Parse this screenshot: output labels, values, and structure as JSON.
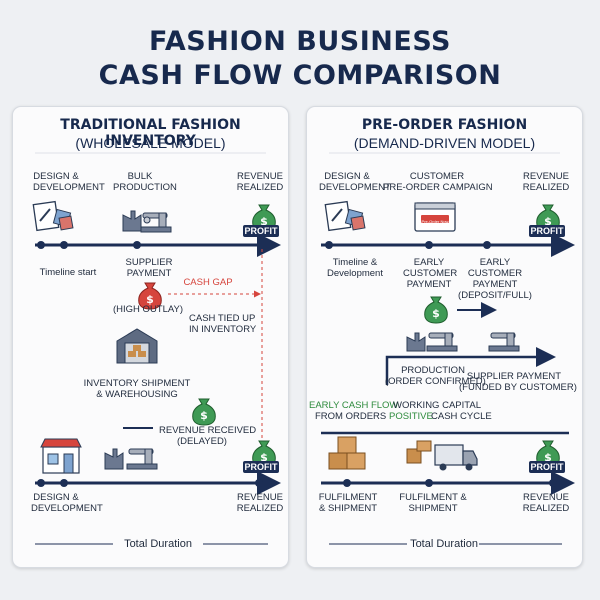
{
  "title": {
    "line1": "FASHION BUSINESS",
    "line2": "CASH FLOW COMPARISON"
  },
  "left": {
    "heading": "TRADITIONAL FASHION INVENTORY",
    "subheading": "(WHOLESALE MODEL)",
    "design_dev": "DESIGN &\nDEVELOPMENT",
    "bulk": "BULK\nPRODUCTION",
    "revenue_top": "REVENUE\nREALIZED",
    "timeline_start": "Timeline start",
    "supplier_payment": "SUPPLIER\nPAYMENT",
    "cash_gap": "CASH GAP",
    "high_outlay": "(HIGH OUTLAY)",
    "cash_tied": "CASH TIED UP\nIN INVENTORY",
    "inventory_shipment": "INVENTORY SHIPMENT\n& WAREHOUSING",
    "revenue_received": "REVENUE RECEIVED\n(DELAYED)",
    "design_dev_bottom": "DESIGN &\nDEVELOPMENT",
    "revenue_bottom": "REVENUE\nREALIZED",
    "profit_top": "PROFIT",
    "profit_bottom": "PROFIT",
    "total_duration": "Total Duration"
  },
  "right": {
    "heading": "PRE-ORDER FASHION",
    "subheading": "(DEMAND-DRIVEN MODEL)",
    "design_dev": "DESIGN &\nDEVELOPMENT",
    "campaign": "CUSTOMER\nPRE-ORDER CAMPAIGN",
    "revenue_top": "REVENUE\nREALIZED",
    "timeline_dev": "Timeline &\nDevelopment",
    "early_payment_1": "EARLY\nCUSTOMER\nPAYMENT",
    "early_payment_2": "EARLY\nCUSTOMER\nPAYMENT\n(DEPOSIT/FULL)",
    "production": "PRODUCTION\n(ORDER CONFIRMED)",
    "supplier_payment": "SUPPLIER PAYMENT\n(FUNDED BY CUSTOMER)",
    "early_cash_flow": "EARLY CASH FLOW",
    "from_orders": "FROM ORDERS",
    "working_capital": "WORKING CAPITAL",
    "positive": "POSITIVE",
    "cash_cycle": "CASH CYCLE",
    "fulfilment_1": "FULFILMENT\n& SHIPMENT",
    "fulfilment_2": "FULFILMENT &\nSHIPMENT",
    "revenue_bottom": "REVENUE\nREALIZED",
    "profit_top": "PROFIT",
    "profit_bottom": "PROFIT",
    "preorder_badge": "Pre-Order Now",
    "total_duration": "Total Duration"
  },
  "colors": {
    "navy": "#1c2e55",
    "red": "#d6453d",
    "green": "#2e8b3d",
    "money": "#3f9a55"
  }
}
